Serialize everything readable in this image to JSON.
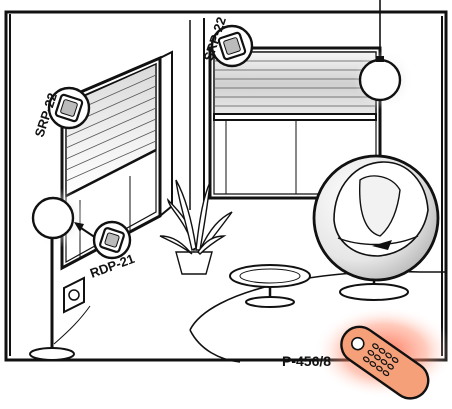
{
  "devices": {
    "left_blind_module": {
      "label": "SRP-22"
    },
    "right_blind_module": {
      "label": "SRP-22"
    },
    "wall_dimmer_module": {
      "label": "RDP-21"
    },
    "remote_control": {
      "label": "P-456/8"
    }
  },
  "colors": {
    "outline": "#111111",
    "remote_glow": "#ff6b4a",
    "remote_body": "#f6a07a",
    "lamp_glow": "#dddddd"
  },
  "icons": [
    "blind-module-icon",
    "dimmer-module-icon",
    "floor-lamp-icon",
    "pendant-lamp-icon",
    "plant-icon",
    "egg-chair-icon",
    "remote-control-icon",
    "wall-socket-icon"
  ]
}
